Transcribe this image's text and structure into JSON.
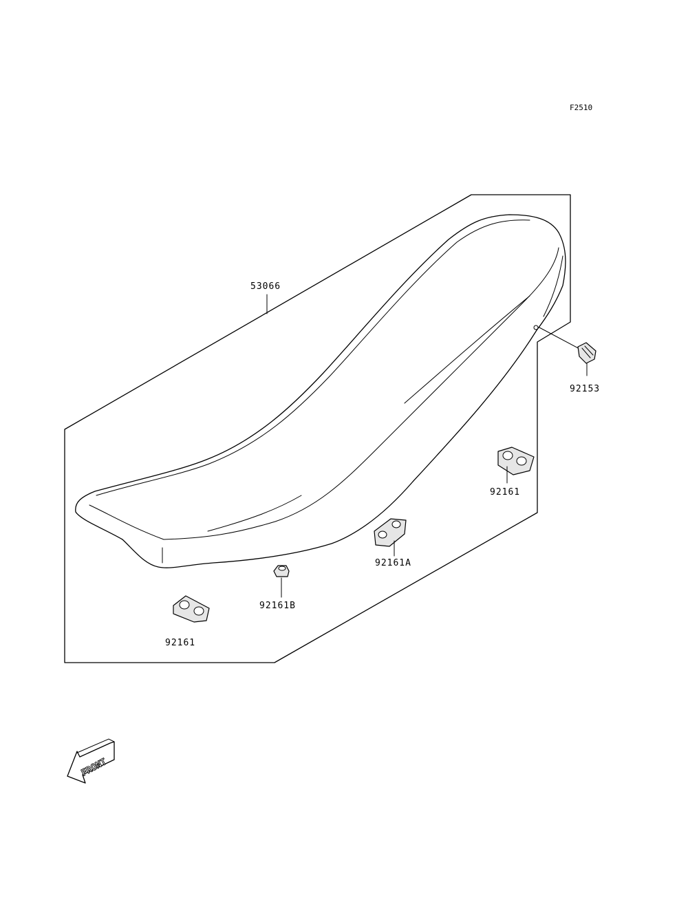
{
  "figure_code": "F2510",
  "parts": {
    "seat": "53066",
    "bolt": "92153",
    "clip_right": "92161",
    "clip_a": "92161A",
    "grommet_b": "92161B",
    "clip_left": "92161"
  },
  "front_arrow": {
    "label": "FRONT",
    "icon": "front-arrow-icon"
  }
}
